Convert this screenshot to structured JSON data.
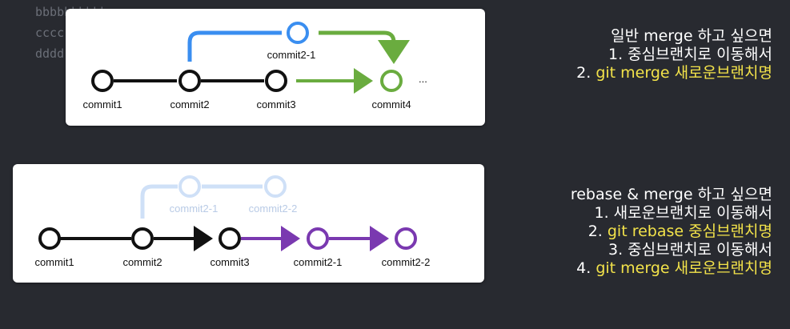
{
  "background_code": [
    "bbbbbbbbbb",
    "cccc",
    "dddd"
  ],
  "diagram1": {
    "commits": [
      "commit1",
      "commit2",
      "commit3",
      "commit4"
    ],
    "branch_commit": "commit2-1",
    "ellipsis": "...",
    "colors": {
      "main": "#111111",
      "branch": "#3a8ef0",
      "merge": "#6aac3f"
    }
  },
  "diagram2": {
    "faded_commits": [
      "commit2-1",
      "commit2-2"
    ],
    "commits": [
      "commit1",
      "commit2",
      "commit3",
      "commit2-1",
      "commit2-2"
    ],
    "colors": {
      "main": "#111111",
      "rebased": "#7a39b0",
      "faded": "#cfe0f7"
    }
  },
  "notes1": {
    "title": "일반 merge 하고 싶으면",
    "step1": "1. 중심브랜치로 이동해서",
    "step2_prefix": "2. ",
    "step2_cmd": "git merge 새로운브랜치명"
  },
  "notes2": {
    "title": "rebase & merge 하고 싶으면",
    "step1": "1. 새로운브랜치로 이동해서",
    "step2_prefix": "2. ",
    "step2_cmd": "git rebase 중심브랜치명",
    "step3": "3. 중심브랜치로 이동해서",
    "step4_prefix": "4. ",
    "step4_cmd": "git merge 새로운브랜치명"
  }
}
